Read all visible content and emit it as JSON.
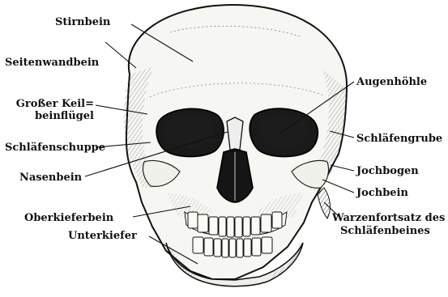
{
  "labels": {
    "stirnbein": "Stirnbein",
    "seitenwandbein": "Seitenwandbein",
    "keilbein_line1": "Großer Keil=",
    "keilbein_line2": "beinflügel",
    "schlaefenschuppe": "Schläfenschuppe",
    "nasenbein": "Nasenbein",
    "oberkieferbein": "Oberkieferbein",
    "unterkiefer": "Unterkiefer",
    "augenhoehle": "Augenhöhle",
    "schlaefengrube": "Schläfengrube",
    "jochbogen": "Jochbogen",
    "jochbein": "Jochbein",
    "warzenfortsatz_line1": "Warzenfortsatz des",
    "warzenfortsatz_line2": "Schläfenbeines"
  }
}
